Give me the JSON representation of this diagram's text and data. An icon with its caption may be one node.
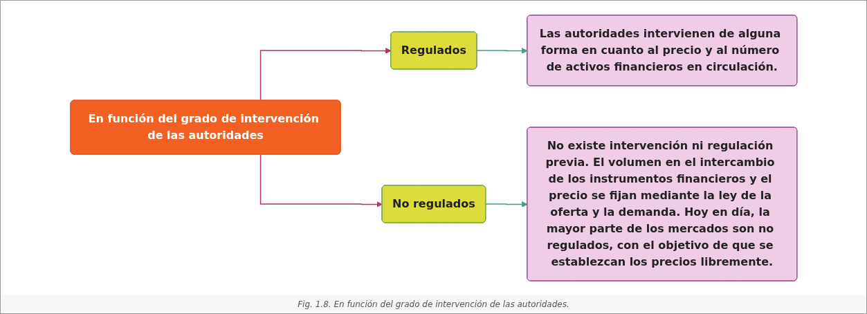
{
  "diagram": {
    "caption": "Fig. 1.8. En función del grado de intervención de las autoridades.",
    "nodes": [
      {
        "text": [
          "En función del grado de intervención de las autoridades"
        ]
      },
      {
        "text": [
          "Regulados"
        ]
      },
      {
        "text": [
          "No regulados"
        ]
      },
      {
        "text": [
          "Las autoridades intervienen de alguna forma en cuanto al precio y al número de activos financieros en circulación."
        ]
      },
      {
        "text": [
          "No existe intervención ni regulación previa. El volumen en el intercambio de los instrumentos financieros y el precio se fijan mediante la ley de la oferta y la demanda. Hoy en día, la mayor parte de los mercados son no regulados, con el objetivo de que se establezcan los precios libremente."
        ]
      }
    ],
    "edges": [
      {
        "from": 0,
        "to": 1,
        "arrow": "to",
        "color": "#b5364f"
      },
      {
        "from": 0,
        "to": 2,
        "arrow": "to",
        "color": "#b5364f"
      },
      {
        "from": 1,
        "to": 3,
        "arrow": "to",
        "color": "#3f9c8c"
      },
      {
        "from": 2,
        "to": 4,
        "arrow": "to",
        "color": "#3f9c8c"
      }
    ]
  }
}
